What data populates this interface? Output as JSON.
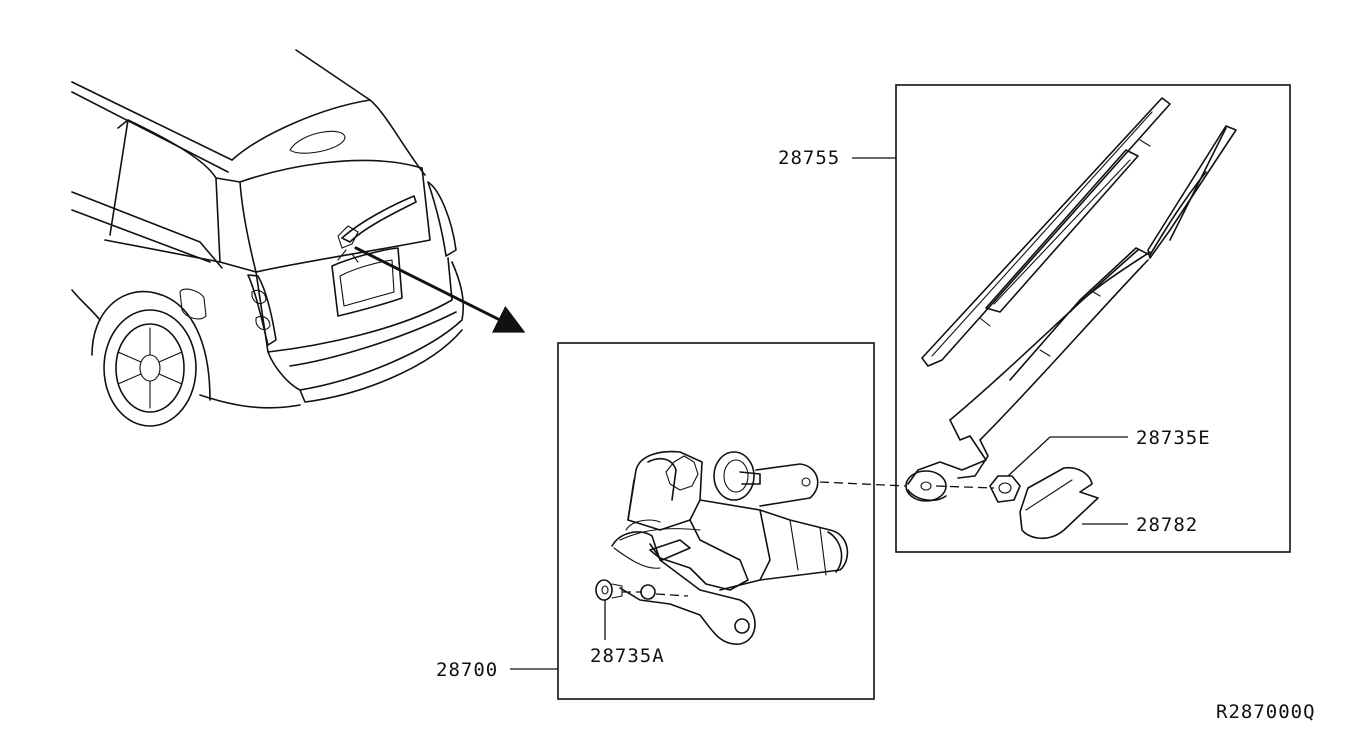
{
  "parts": [
    {
      "id": "wiper-arm-blade",
      "number": "28755"
    },
    {
      "id": "nut",
      "number": "28735E"
    },
    {
      "id": "arm-cap",
      "number": "28782"
    },
    {
      "id": "wiper-motor",
      "number": "28700"
    },
    {
      "id": "mount-washer",
      "number": "28735A"
    }
  ],
  "diagram_code": "R287000Q"
}
